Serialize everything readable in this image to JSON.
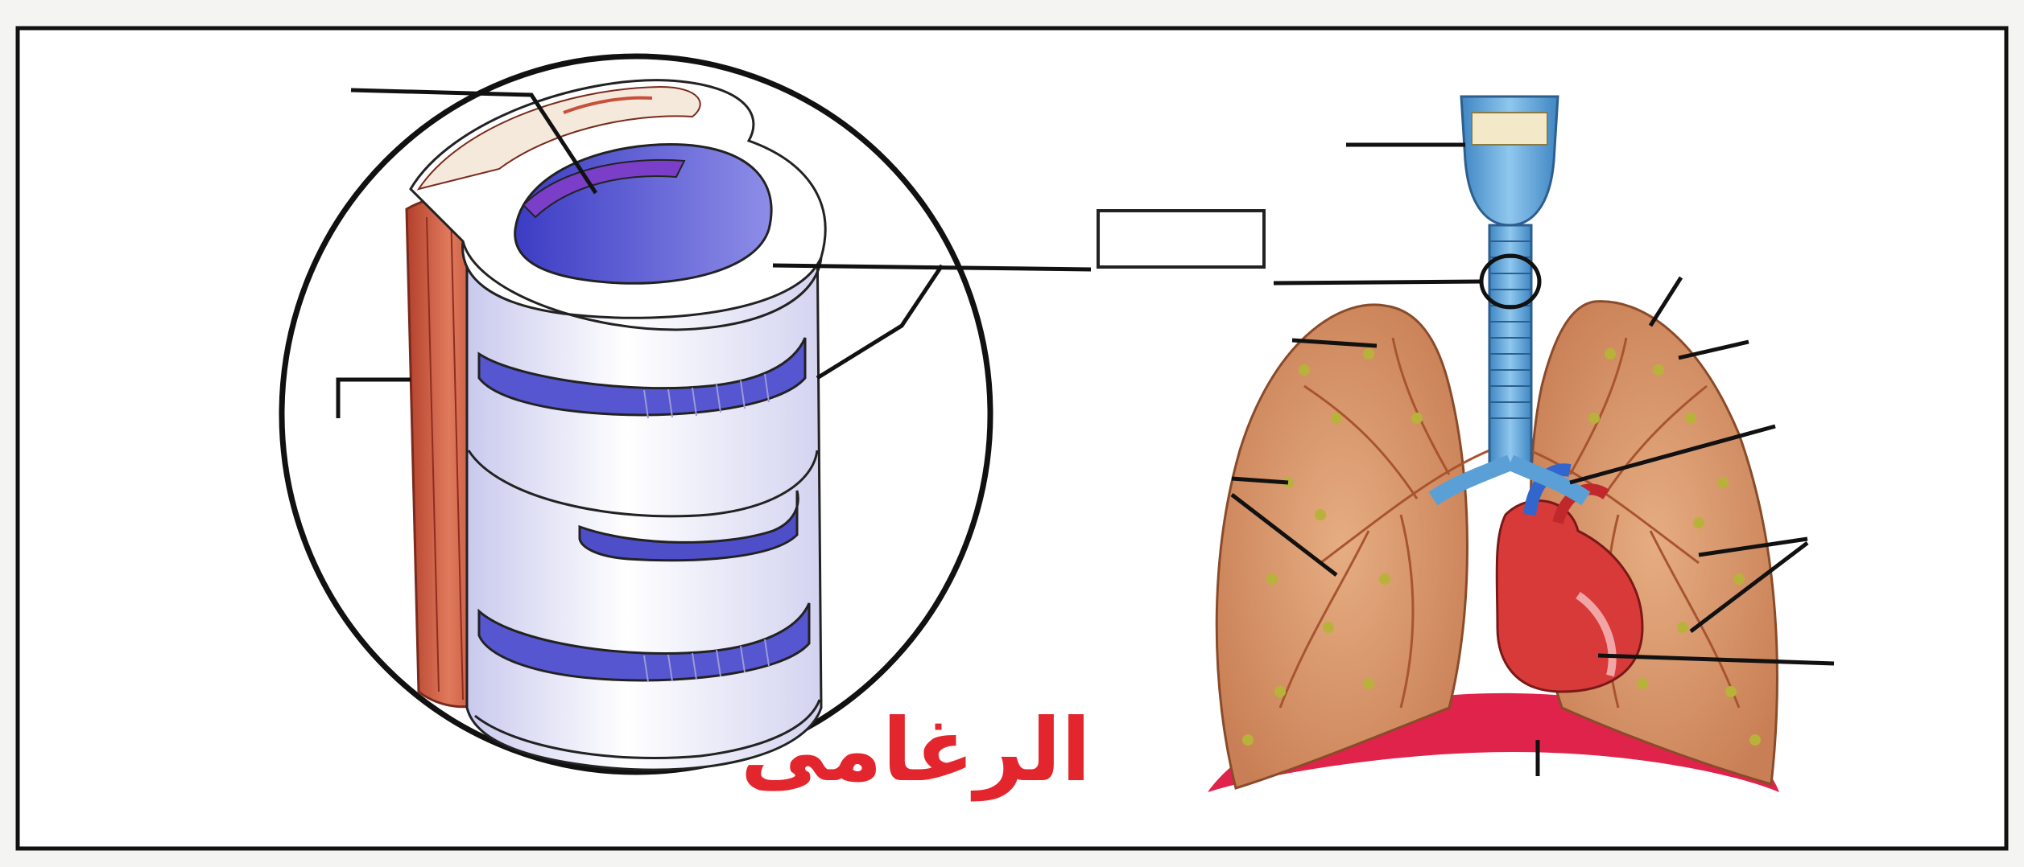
{
  "caption": "الرغامى",
  "colors": {
    "frame": "#111111",
    "caption": "#e3262d",
    "cartilage": "#f1f1fb",
    "lumen": "#5b5bd6",
    "muscle": "#c8503a",
    "lung": "#d99a6c",
    "vessel": "#a8552f",
    "trachea": "#5aa0d6",
    "heart": "#d83a3a",
    "diaphragm": "#e0234a"
  },
  "icons": [
    "trachea-cross-section-illustration",
    "lungs-heart-illustration"
  ],
  "answer_box": {
    "value": ""
  }
}
